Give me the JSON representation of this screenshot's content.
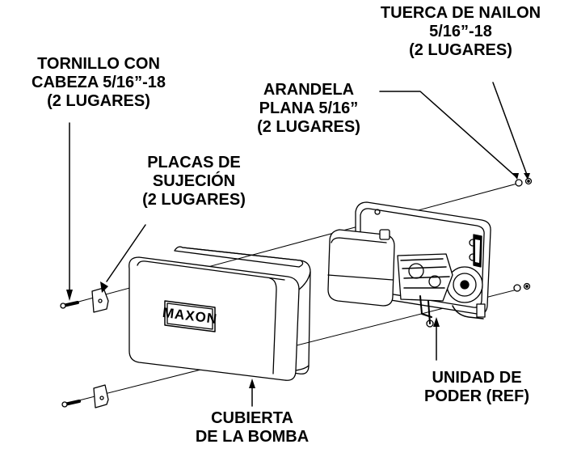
{
  "labels": {
    "tuerca": [
      "TUERCA DE NAILON",
      "5/16”-18",
      "(2 LUGARES)"
    ],
    "tornillo": [
      "TORNILLO CON",
      "CABEZA 5/16”-18",
      "(2 LUGARES)"
    ],
    "arandela": [
      "ARANDELA",
      "PLANA 5/16”",
      "(2 LUGARES)"
    ],
    "placas": [
      "PLACAS DE",
      "SUJECIÓN",
      "(2 LUGARES)"
    ],
    "unidad": [
      "UNIDAD DE",
      "PODER (REF)"
    ],
    "cubierta": [
      "CUBIERTA",
      "DE LA BOMBA"
    ]
  },
  "cover_logo": "MAXON",
  "colors": {
    "ink": "#000000",
    "paper": "#ffffff"
  }
}
